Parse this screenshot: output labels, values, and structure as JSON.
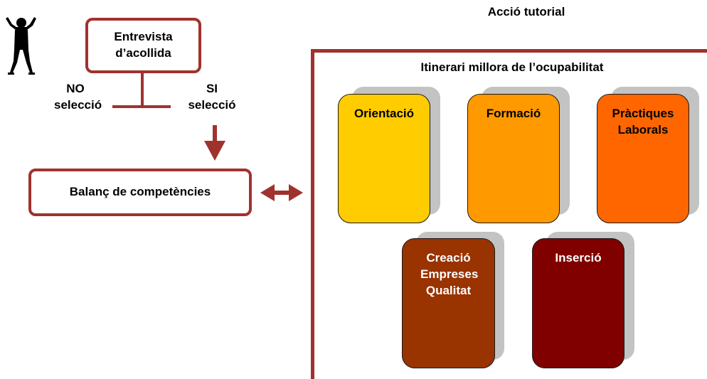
{
  "header": {
    "title": "Acció tutorial"
  },
  "left_flow": {
    "interview_label": "Entrevista d’acollida",
    "no_selection_label": "NO selecció",
    "yes_selection_label": "SI selecció",
    "skills_assessment_label": "Balanç de competències"
  },
  "itinerary": {
    "title": "Itinerari millora de l’ocupabilitat",
    "cards": [
      {
        "label": "Orientació",
        "color": "#ffcc00",
        "text_color": "#000000"
      },
      {
        "label": "Formació",
        "color": "#ff9900",
        "text_color": "#000000"
      },
      {
        "label": "Pràctiques Laborals",
        "color": "#ff6600",
        "text_color": "#000000"
      },
      {
        "label": "Creació Empreses Qualitat",
        "color": "#993300",
        "text_color": "#ffffff"
      },
      {
        "label": "Inserció",
        "color": "#800000",
        "text_color": "#ffffff"
      }
    ]
  },
  "colors": {
    "accent": "#a0322e",
    "card_shadow": "#c3c3c3"
  },
  "icons": {
    "figure": "person-silhouette-icon"
  }
}
